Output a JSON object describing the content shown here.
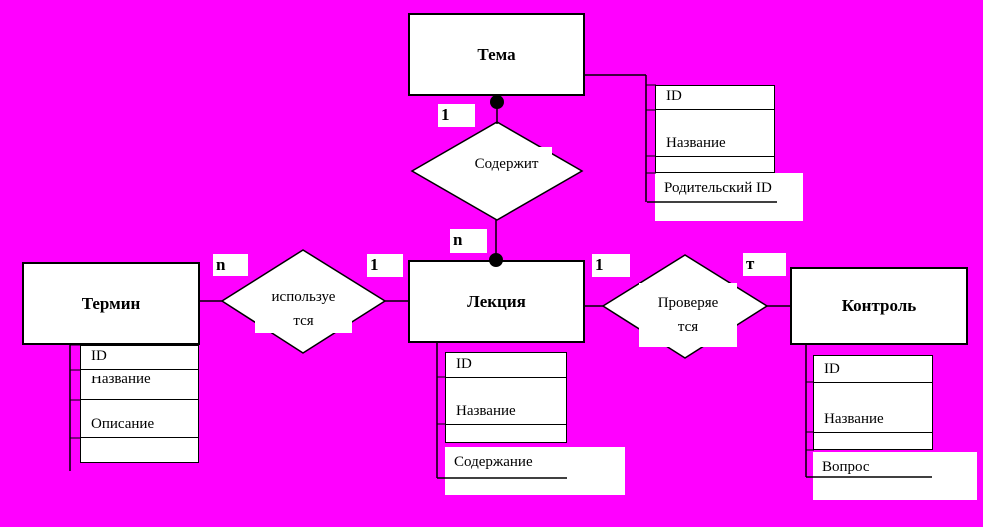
{
  "colors": {
    "background": "#ff00ff",
    "shape_fill": "#ffffff",
    "line": "#000000"
  },
  "entities": {
    "tema": {
      "label": "Тема"
    },
    "termin": {
      "label": "Термин"
    },
    "lekcia": {
      "label": "Лекция"
    },
    "kontrol": {
      "label": "Контроль"
    }
  },
  "relationships": {
    "soderzhit": {
      "label": "Содержит"
    },
    "ispolzuetsya": {
      "line1": "используе",
      "line2": "тся"
    },
    "proveryaetsya": {
      "line1": "Проверяе",
      "line2": "тся"
    }
  },
  "attributes": {
    "tema": {
      "id": "ID",
      "name": "Название",
      "extra": "Родительский ID"
    },
    "termin": {
      "id": "ID",
      "name": "Название",
      "extra": "Описание"
    },
    "lekcia": {
      "id": "ID",
      "name": "Название",
      "extra": "Содержание"
    },
    "kontrol": {
      "id": "ID",
      "name": "Название",
      "extra": "Вопрос"
    }
  },
  "cardinalities": {
    "tema_soderzhit": "1",
    "soderzhit_lekcia": "n",
    "termin_ispolzuetsya": "n",
    "ispolzuetsya_lekcia": "1",
    "lekcia_proveryaetsya": "1",
    "proveryaetsya_kontrol": "т"
  }
}
